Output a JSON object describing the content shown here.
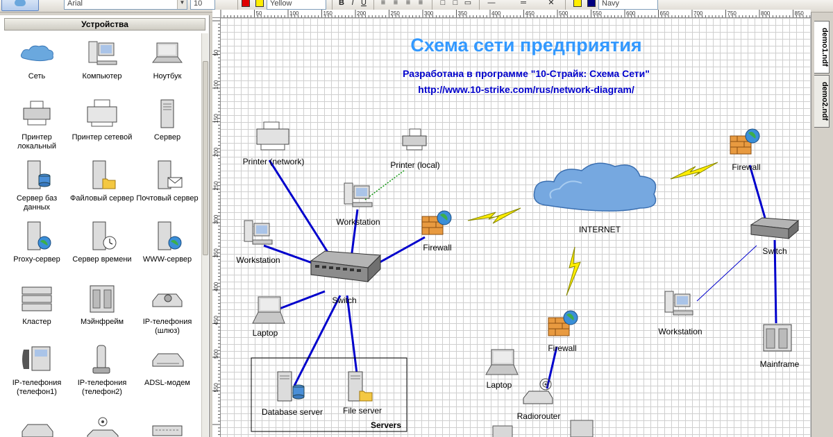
{
  "toolbar": {
    "font_name": "Arial",
    "font_size": "10",
    "color_label": "Yellow",
    "line_color_label": "Navy"
  },
  "ruler": {
    "top_ticks": [
      "50",
      "100",
      "150",
      "200",
      "250",
      "300",
      "350",
      "400",
      "450",
      "500",
      "550",
      "600",
      "650",
      "700",
      "750",
      "800",
      "850"
    ],
    "left_ticks": [
      "50",
      "100",
      "150",
      "200",
      "250",
      "300",
      "350",
      "400",
      "450",
      "500",
      "550"
    ]
  },
  "panel": {
    "title": "Устройства",
    "devices": [
      {
        "label": "Сеть",
        "icon": "cloud-icon"
      },
      {
        "label": "Компьютер",
        "icon": "computer-icon"
      },
      {
        "label": "Ноутбук",
        "icon": "laptop-icon"
      },
      {
        "label": "Принтер локальный",
        "icon": "printer-icon"
      },
      {
        "label": "Принтер сетевой",
        "icon": "network-printer-icon"
      },
      {
        "label": "Сервер",
        "icon": "server-icon"
      },
      {
        "label": "Сервер баз данных",
        "icon": "database-server-icon"
      },
      {
        "label": "Файловый сервер",
        "icon": "file-server-icon"
      },
      {
        "label": "Почтовый сервер",
        "icon": "mail-server-icon"
      },
      {
        "label": "Proxy-сервер",
        "icon": "proxy-server-icon"
      },
      {
        "label": "Сервер времени",
        "icon": "time-server-icon"
      },
      {
        "label": "WWW-сервер",
        "icon": "web-server-icon"
      },
      {
        "label": "Кластер",
        "icon": "cluster-icon"
      },
      {
        "label": "Мэйнфрейм",
        "icon": "mainframe-icon"
      },
      {
        "label": "IP-телефония (шлюз)",
        "icon": "ip-gateway-icon"
      },
      {
        "label": "IP-телефония (телефон1)",
        "icon": "ip-phone-icon"
      },
      {
        "label": "IP-телефония (телефон2)",
        "icon": "cordless-phone-icon"
      },
      {
        "label": "ADSL-модем",
        "icon": "adsl-modem-icon"
      },
      {
        "label": "",
        "icon": "modem-icon"
      },
      {
        "label": "",
        "icon": "wireless-router-icon"
      },
      {
        "label": "",
        "icon": "hub-icon"
      }
    ]
  },
  "diagram": {
    "title": "Схема сети предприятия",
    "subtitle": "Разработана в программе \"10-Страйк: Схема Сети\"",
    "url": "http://www.10-strike.com/rus/network-diagram/",
    "nodes": {
      "printer_network": "Printer (network)",
      "printer_local": "Printer (local)",
      "workstation_top": "Workstation",
      "workstation_left": "Workstation",
      "switch_main": "Switch",
      "firewall_main": "Firewall",
      "internet": "INTERNET",
      "laptop_left": "Laptop",
      "database_server": "Database server",
      "file_server": "File server",
      "servers_group": "Servers",
      "firewall_right": "Firewall",
      "switch_right": "Switch",
      "workstation_right": "Workstation",
      "mainframe": "Mainframe",
      "firewall_bottom": "Firewall",
      "laptop_bottom": "Laptop",
      "radiorouter": "Radiorouter"
    }
  },
  "doc_tabs": [
    "demo1.ndf",
    "demo2.ndf"
  ],
  "colors": {
    "link": "#0000cc",
    "title": "#3399ff",
    "subtitle": "#0000cc",
    "wan_bolt": "#ffee00"
  }
}
